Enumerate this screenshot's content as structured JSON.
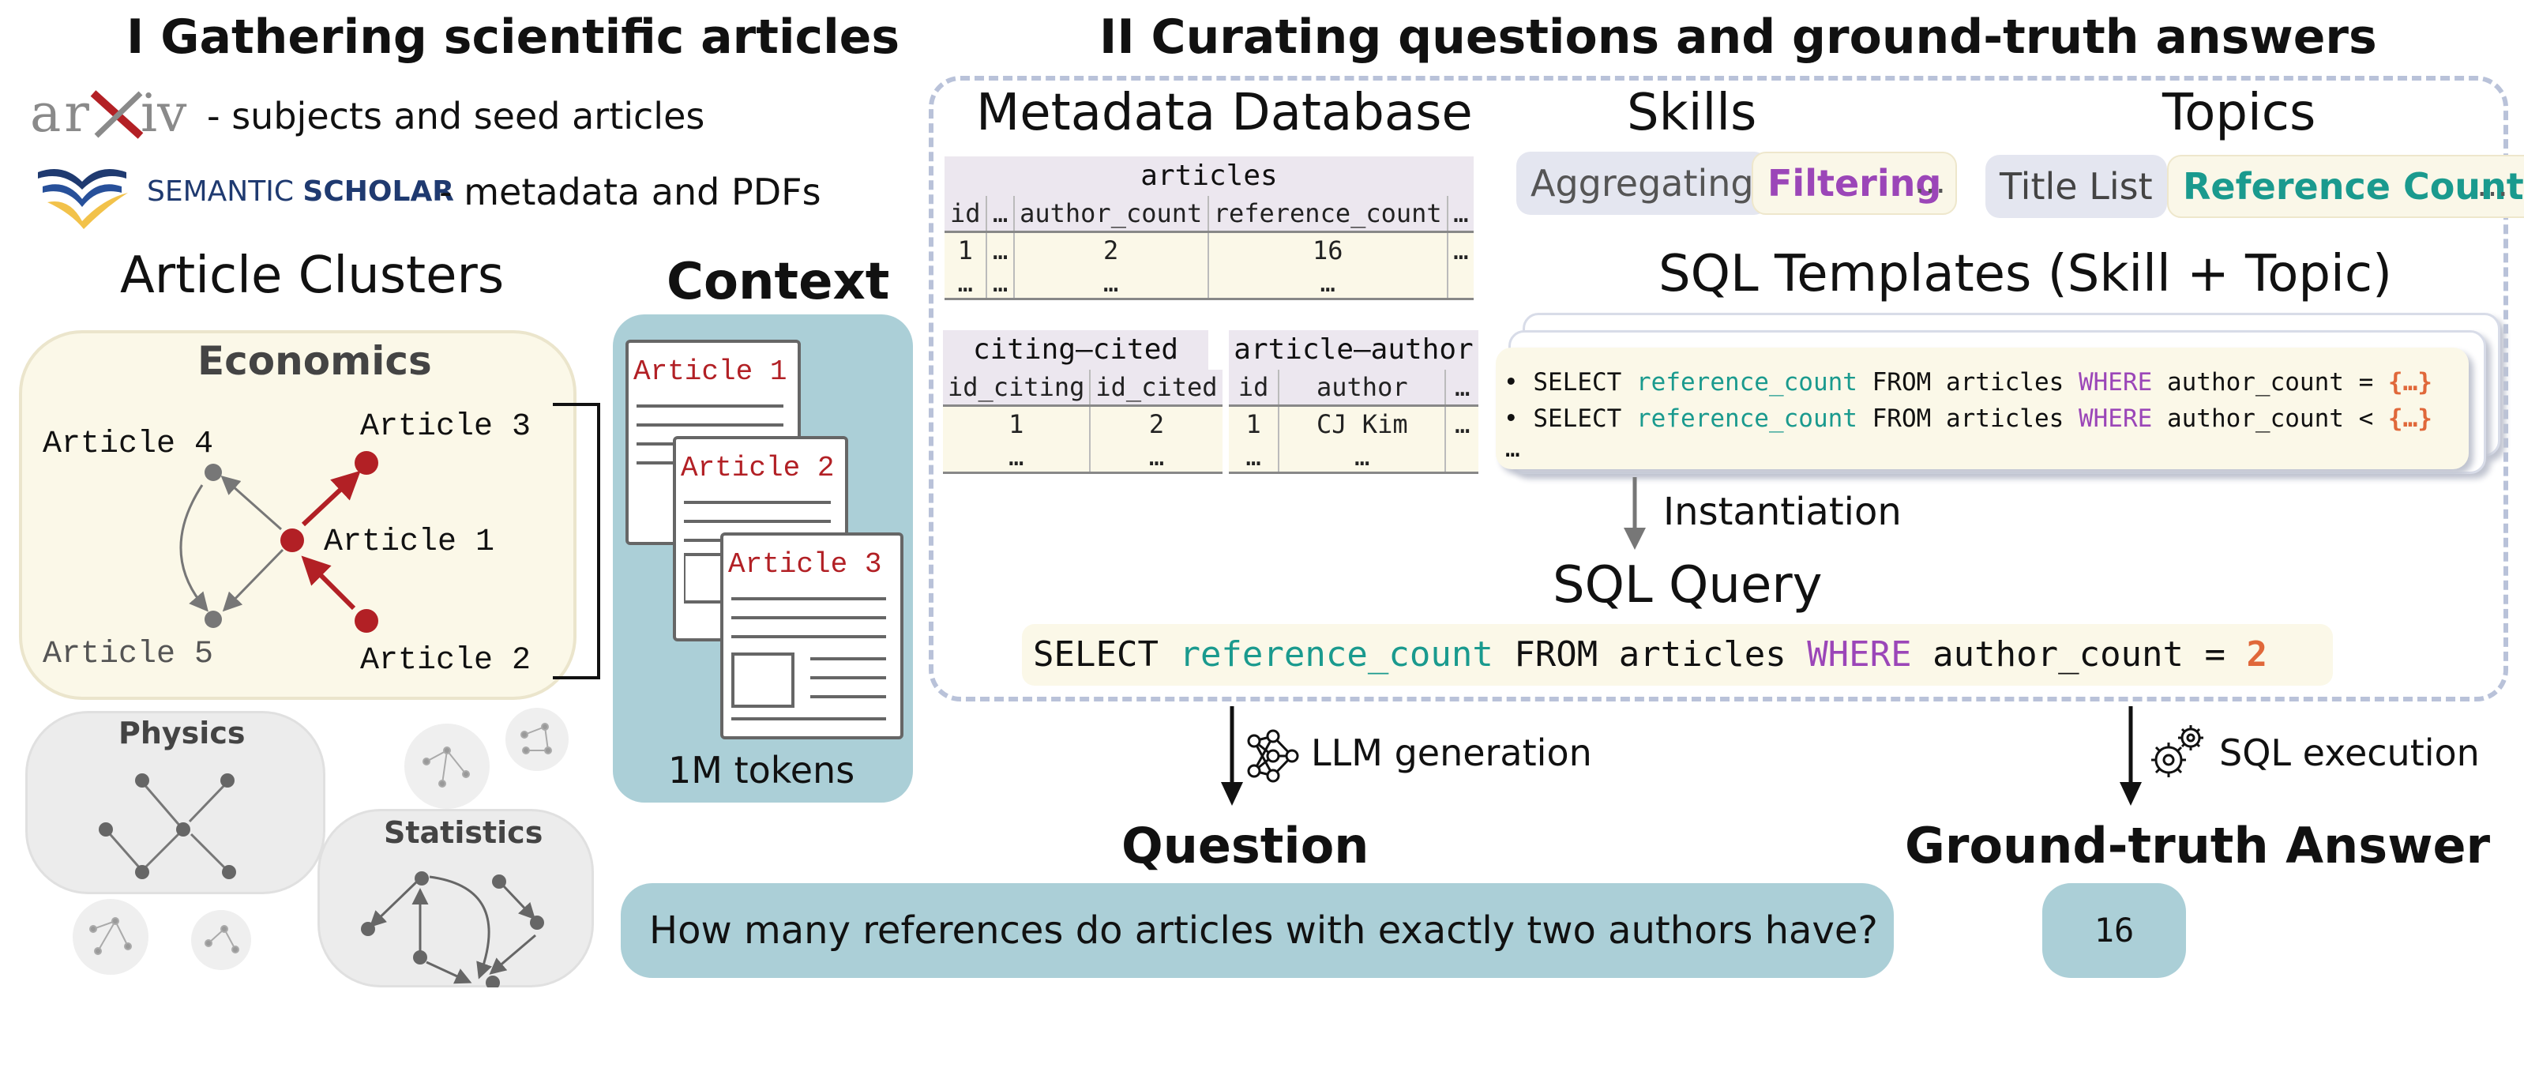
{
  "section1": {
    "title": "I Gathering scientific articles",
    "sources": [
      {
        "logo_text": "arXiv",
        "desc": "- subjects and seed articles"
      },
      {
        "logo_text_a": "SEMANTIC",
        "logo_text_b": "SCHOLAR",
        "desc": "- metadata and PDFs"
      }
    ],
    "clusters_heading": "Article Clusters",
    "economics": {
      "title": "Economics",
      "articles": [
        "Article 4",
        "Article 3",
        "Article 1",
        "Article 5",
        "Article 2"
      ]
    },
    "physics_title": "Physics",
    "statistics_title": "Statistics",
    "context": {
      "heading": "Context",
      "docs": [
        "Article 1",
        "Article 2",
        "Article 3"
      ],
      "tokens": "1M tokens"
    }
  },
  "section2": {
    "title": "II Curating questions and ground-truth answers",
    "metadata_heading": "Metadata Database",
    "skills_heading": "Skills",
    "topics_heading": "Topics",
    "skills": [
      "Aggregating",
      "Filtering",
      "…"
    ],
    "topics": [
      "Title List",
      "Reference Count",
      "…"
    ],
    "tables": {
      "articles": {
        "name": "articles",
        "columns": [
          "id",
          "…",
          "author_count",
          "reference_count",
          "…"
        ],
        "rows": [
          [
            "1",
            "…",
            "2",
            "16",
            "…"
          ],
          [
            "…",
            "…",
            "…",
            "…",
            ""
          ]
        ]
      },
      "citing": {
        "name": "citing–cited",
        "columns": [
          "id_citing",
          "id_cited"
        ],
        "rows": [
          [
            "1",
            "2"
          ],
          [
            "…",
            "…"
          ]
        ]
      },
      "author": {
        "name": "article–author",
        "columns": [
          "id",
          "author",
          "…"
        ],
        "rows": [
          [
            "1",
            "CJ Kim",
            "…"
          ],
          [
            "…",
            "…",
            ""
          ]
        ]
      }
    },
    "templates_heading": "SQL Templates (Skill + Topic)",
    "template_lines": [
      {
        "bullet": "•",
        "kw": "SELECT",
        "col": "reference_count",
        "from": "FROM articles",
        "where": "WHERE",
        "cond": "author_count =",
        "ph": "{…}"
      },
      {
        "bullet": "•",
        "kw": "SELECT",
        "col": "reference_count",
        "from": "FROM articles",
        "where": "WHERE",
        "cond": "author_count <",
        "ph": "{…}"
      }
    ],
    "template_more": "…",
    "instantiation_label": "Instantiation",
    "query_heading": "SQL Query",
    "query": {
      "kw": "SELECT",
      "col": "reference_count",
      "from": "FROM articles",
      "where": "WHERE",
      "cond": "author_count =",
      "val": "2"
    }
  },
  "llm_label": "LLM generation",
  "sql_exec_label": "SQL execution",
  "question_heading": "Question",
  "question_text": "How many references do articles with exactly two authors have?",
  "answer_heading": "Ground-truth Answer",
  "answer_value": "16",
  "colors": {
    "teal_box": "#abcfd7",
    "cream_box": "#fbf8e8",
    "gray_cluster": "#ececec",
    "accent_red": "#b22025",
    "teal_text": "#1a9a8e",
    "purple_text": "#9b46b8",
    "orange_text": "#e0683a",
    "dashed_border": "#b9c2d9"
  }
}
